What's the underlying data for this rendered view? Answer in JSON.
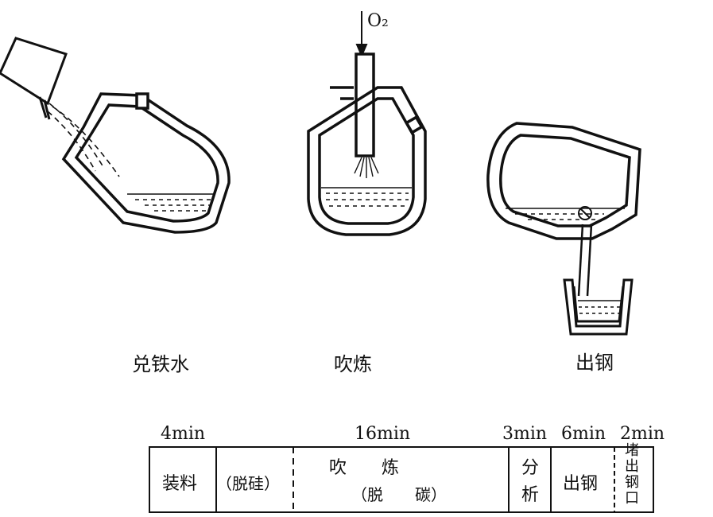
{
  "steps": [
    {
      "label": "兑铁水"
    },
    {
      "label": "吹炼"
    },
    {
      "label": "出钢"
    }
  ],
  "oxygen_label": "O₂",
  "timeline": {
    "durations": [
      "4min",
      "16min",
      "3min",
      "6min",
      "2min"
    ],
    "segments": {
      "charging": "装料",
      "desilicon": "（脱硅）",
      "blowing": "吹　　炼",
      "decarbon": "（脱　　碳）",
      "analysis_1": "分",
      "analysis_2": "析",
      "tapping": "出钢",
      "slag_1": "堵",
      "slag_2": "出",
      "slag_3": "钢",
      "slag_4": "口"
    }
  }
}
